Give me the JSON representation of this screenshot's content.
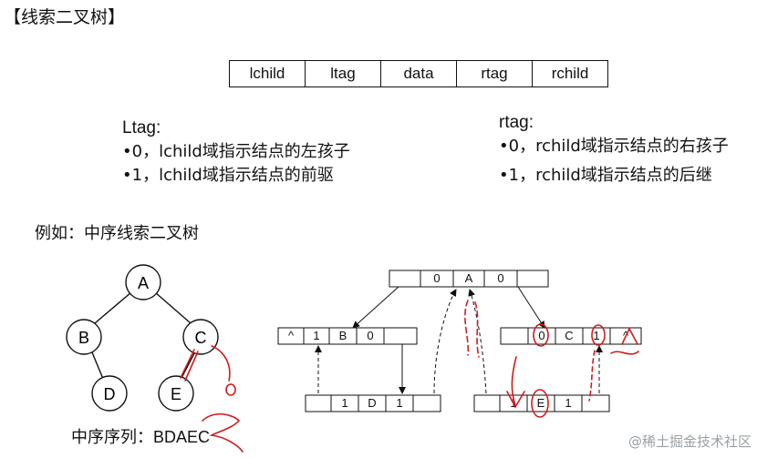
{
  "title": "【线索二叉树】",
  "node_fields": [
    "lchild",
    "ltag",
    "data",
    "rtag",
    "rchild"
  ],
  "ltag": {
    "heading": "Ltag:",
    "lines": [
      "•0，lchild域指示结点的左孩子",
      "•1，lchild域指示结点的前驱"
    ]
  },
  "rtag": {
    "heading": "rtag:",
    "lines": [
      "•0，rchild域指示结点的右孩子",
      "•1，rchild域指示结点的后继"
    ]
  },
  "example_label": "例如：中序线索二叉树",
  "tree_nodes": [
    "A",
    "B",
    "C",
    "D",
    "E"
  ],
  "thread_nodes": {
    "head": [
      "",
      "0",
      "A",
      "0",
      ""
    ],
    "B": [
      "^",
      "1",
      "B",
      "0",
      ""
    ],
    "C": [
      "",
      "0",
      "C",
      "1",
      "^"
    ],
    "D": [
      "",
      "1",
      "D",
      "1",
      ""
    ],
    "E": [
      "",
      "1",
      "E",
      "1",
      ""
    ]
  },
  "sequence": {
    "label": "中序序列：",
    "value": "BDAEC"
  },
  "watermark": "@稀土掘金技术社区",
  "colors": {
    "ink": "#111111",
    "annotation": "#d01c1c"
  }
}
